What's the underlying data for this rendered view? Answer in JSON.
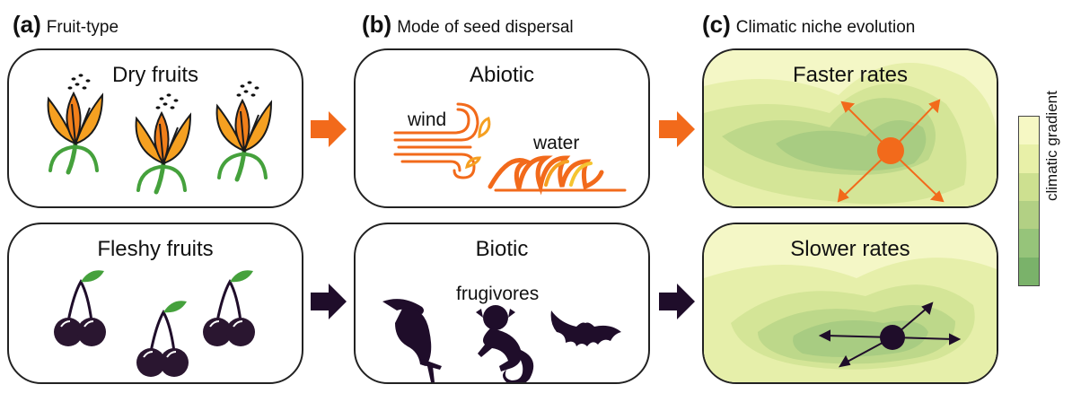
{
  "panels": {
    "a": {
      "letter": "(a)",
      "title": "Fruit-type"
    },
    "b": {
      "letter": "(b)",
      "title": "Mode of seed dispersal"
    },
    "c": {
      "letter": "(c)",
      "title": "Climatic niche evolution"
    }
  },
  "boxes": {
    "dry_fruits": "Dry fruits",
    "fleshy_fruits": "Fleshy fruits",
    "abiotic": "Abiotic",
    "biotic": "Biotic",
    "faster_rates": "Faster rates",
    "slower_rates": "Slower rates"
  },
  "labels": {
    "wind": "wind",
    "water": "water",
    "frugivores": "frugivores"
  },
  "colorbar": {
    "label": "climatic gradient",
    "colors": [
      "#f6f8c4",
      "#e8f0a8",
      "#cde090",
      "#b2d084",
      "#96c47a",
      "#7ab26a"
    ]
  },
  "colors": {
    "orange": "#f26a1b",
    "dark": "#1f0d2a",
    "green": "#45a13c",
    "cherry": "#2a1630"
  }
}
